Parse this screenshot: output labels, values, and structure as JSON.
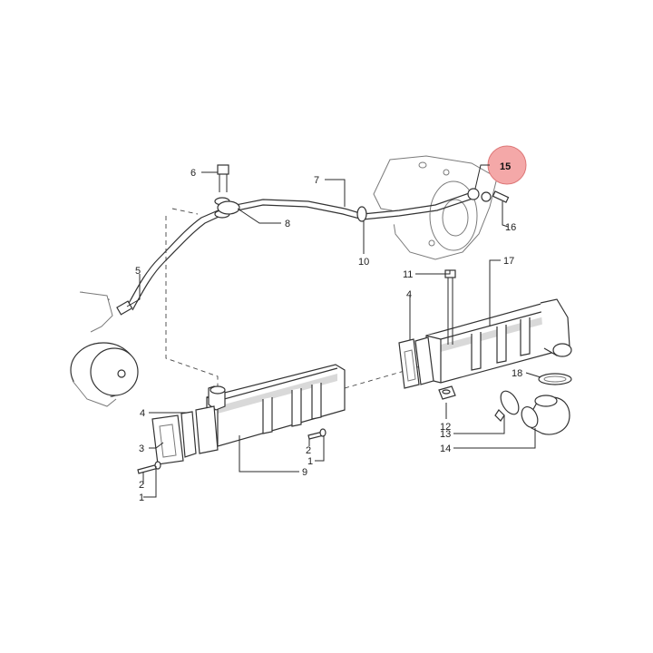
{
  "diagram": {
    "highlight_color": "#f4a8a8",
    "callouts": [
      {
        "id": "c6",
        "text": "6"
      },
      {
        "id": "c7",
        "text": "7"
      },
      {
        "id": "c8",
        "text": "8"
      },
      {
        "id": "c5",
        "text": "5"
      },
      {
        "id": "c10",
        "text": "10"
      },
      {
        "id": "c15",
        "text": "15",
        "highlighted": true
      },
      {
        "id": "c16",
        "text": "16"
      },
      {
        "id": "c11",
        "text": "11"
      },
      {
        "id": "c17",
        "text": "17"
      },
      {
        "id": "c4r",
        "text": "4"
      },
      {
        "id": "c18",
        "text": "18"
      },
      {
        "id": "c12",
        "text": "12"
      },
      {
        "id": "c13",
        "text": "13"
      },
      {
        "id": "c14",
        "text": "14"
      },
      {
        "id": "c4l",
        "text": "4"
      },
      {
        "id": "c3",
        "text": "3"
      },
      {
        "id": "c2l",
        "text": "2"
      },
      {
        "id": "c1l",
        "text": "1"
      },
      {
        "id": "c9",
        "text": "9"
      },
      {
        "id": "c2m",
        "text": "2"
      },
      {
        "id": "c1m",
        "text": "1"
      }
    ]
  }
}
